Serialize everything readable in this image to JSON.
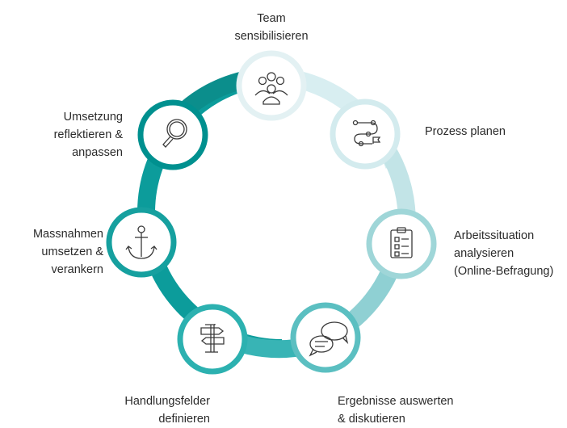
{
  "colors": {
    "ring_dark": "#00908f",
    "ring_mid": "#2cb1b0",
    "ring_light": "#bfe3e6",
    "ring_pale": "#e3f1f3",
    "icon": "#3a3a3a"
  },
  "steps": [
    {
      "label": "Team\nsensibilisieren",
      "icon": "team-icon",
      "color": "#e3f1f3"
    },
    {
      "label": "Prozess planen",
      "icon": "route-plan-icon",
      "color": "#cde8ea"
    },
    {
      "label": "Arbeitssituation\nanalysieren\n(Online-Befragung)",
      "icon": "clipboard-checklist-icon",
      "color": "#9fd6d8"
    },
    {
      "label": "Ergebnisse auswerten\n& diskutieren",
      "icon": "speech-bubbles-icon",
      "color": "#5bbfc1"
    },
    {
      "label": "Handlungsfelder\ndefinieren",
      "icon": "signpost-icon",
      "color": "#2cb1b0"
    },
    {
      "label": "Massnahmen\numsetzen &\nverankern",
      "icon": "anchor-icon",
      "color": "#16a09f"
    },
    {
      "label": "Umsetzung\nreflektieren &\nanpassen",
      "icon": "magnifier-icon",
      "color": "#00908f"
    }
  ]
}
